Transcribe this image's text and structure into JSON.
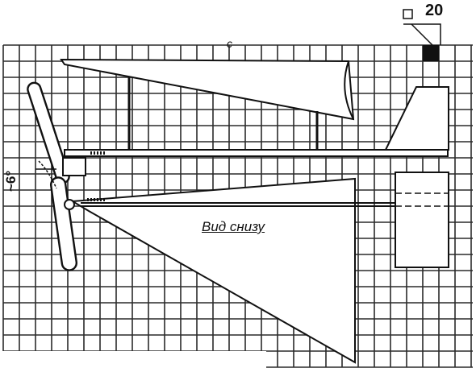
{
  "scale_label": "20",
  "scale_symbol": "□",
  "center_mark": "c",
  "view_caption": "Вид снизу",
  "prop_angle": "~6°",
  "colors": {
    "ink": "#1a1a1a",
    "grid": "#2a2a2a",
    "paper": "#ffffff"
  }
}
